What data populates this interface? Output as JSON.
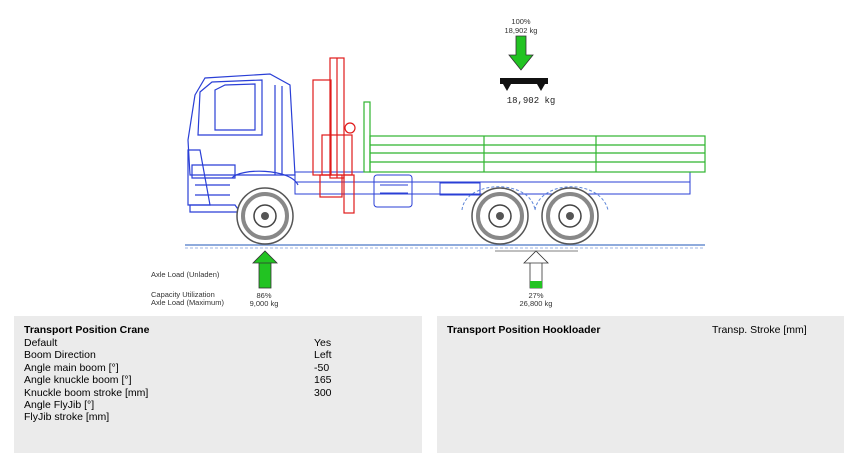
{
  "top_load": {
    "percent": "100%",
    "weight": "18,902 kg",
    "weight_display": "18,902 kg"
  },
  "legend": {
    "axle_unladen": "Axle Load (Unladen)",
    "capacity_utilization": "Capacity Utilization",
    "axle_max": "Axle Load (Maximum)"
  },
  "front_axle": {
    "percent": "86%",
    "weight": "9,000 kg",
    "utilization": 0.86
  },
  "rear_axle": {
    "percent": "27%",
    "weight": "26,800 kg",
    "utilization": 0.27
  },
  "colors": {
    "truck": "#2a3fd6",
    "crane": "#e01a1a",
    "body": "#2fb52f",
    "arrow": "#22c322",
    "ground": "#6a8fd0"
  },
  "crane_panel": {
    "title": "Transport Position Crane",
    "rows": [
      {
        "label": "Default",
        "value": "Yes"
      },
      {
        "label": "Boom Direction",
        "value": "Left"
      },
      {
        "label": "Angle main boom [°]",
        "value": "-50"
      },
      {
        "label": "Angle knuckle boom [°]",
        "value": "165"
      },
      {
        "label": "Knuckle boom stroke [mm]",
        "value": "300"
      },
      {
        "label": "Angle FlyJib [°]",
        "value": ""
      },
      {
        "label": "FlyJib stroke [mm]",
        "value": ""
      }
    ]
  },
  "hook_panel": {
    "title": "Transport Position Hookloader",
    "column": "Transp. Stroke [mm]"
  }
}
